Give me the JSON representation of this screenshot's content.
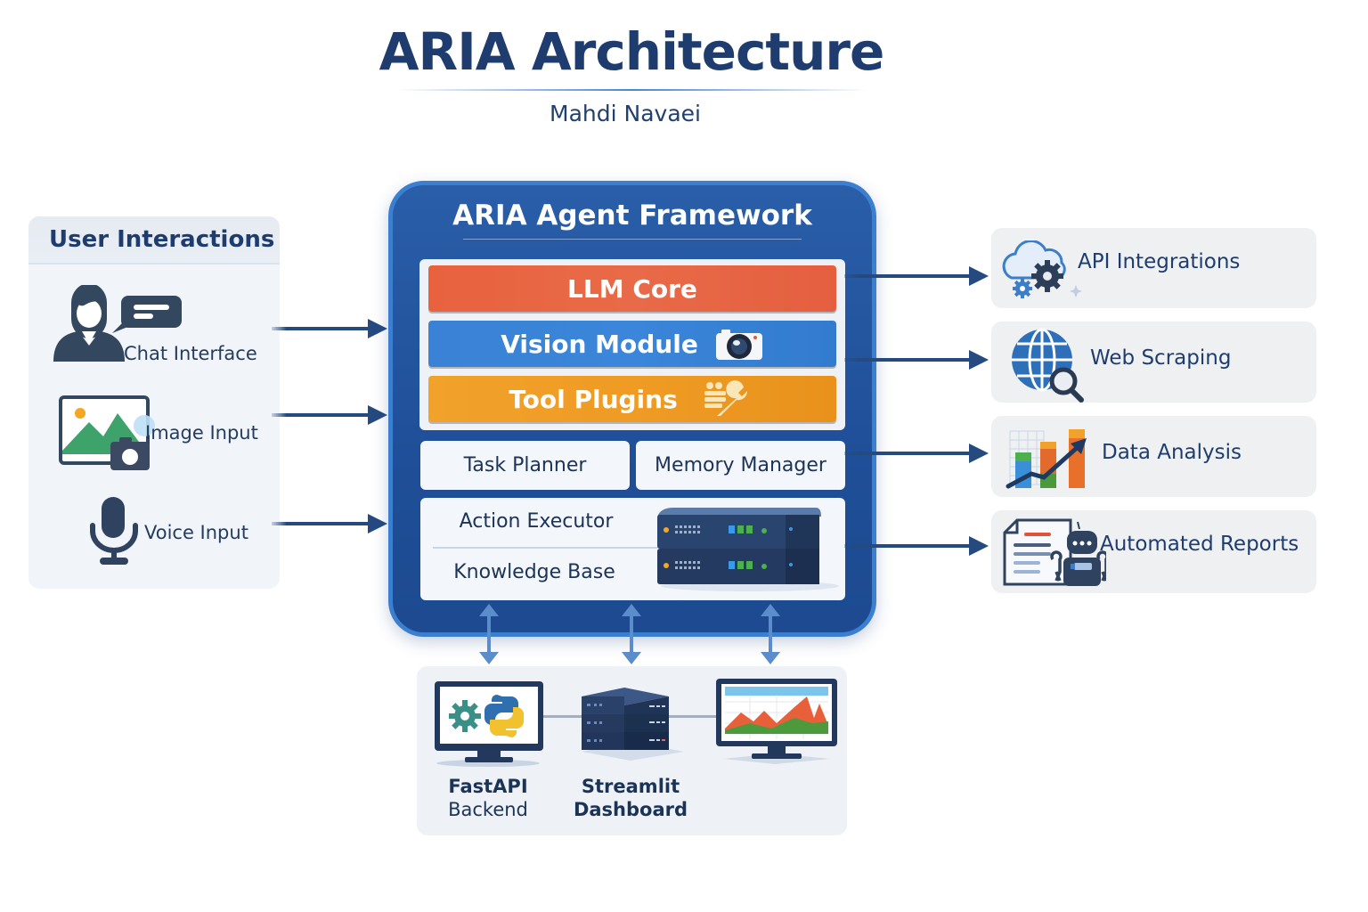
{
  "header": {
    "title": "ARIA Architecture",
    "subtitle": "Mahdi Navaei"
  },
  "user_interactions": {
    "title": "User Interactions",
    "items": [
      {
        "label": "Chat Interface",
        "icon": "chat-user-icon"
      },
      {
        "label": "Image Input",
        "icon": "image-camera-icon"
      },
      {
        "label": "Voice Input",
        "icon": "microphone-icon"
      }
    ]
  },
  "framework": {
    "title": "ARIA Agent Framework",
    "layers": [
      {
        "label": "LLM Core",
        "color": "#e8623e",
        "icon": ""
      },
      {
        "label": "Vision Module",
        "color": "#3a82d6",
        "icon": "camera-icon"
      },
      {
        "label": "Tool Plugins",
        "color": "#f0a22a",
        "icon": "wrench-icon"
      }
    ],
    "modules": {
      "task_planner": "Task Planner",
      "memory_manager": "Memory Manager",
      "action_executor": "Action Executor",
      "knowledge_base": "Knowledge Base"
    }
  },
  "outputs": {
    "items": [
      {
        "label": "API Integrations",
        "icon": "cloud-gears-icon"
      },
      {
        "label": "Web Scraping",
        "icon": "globe-search-icon"
      },
      {
        "label": "Data Analysis",
        "icon": "bar-chart-trend-icon"
      },
      {
        "label": "Automated Reports",
        "icon": "report-robot-icon"
      }
    ]
  },
  "deployment": {
    "fastapi": {
      "line1": "FastAPI",
      "line2": "Backend"
    },
    "streamlit": {
      "line1": "Streamlit",
      "line2": "Dashboard"
    }
  },
  "colors": {
    "primary_navy": "#1e3d6e",
    "framework_blue": "#1f4f98",
    "framework_border": "#3a7fd0",
    "llm_orange_red": "#e8623e",
    "vision_blue": "#3a82d6",
    "tools_orange": "#f0a22a",
    "arrow": "#244a80",
    "arrow_light": "#5b8ccc"
  }
}
